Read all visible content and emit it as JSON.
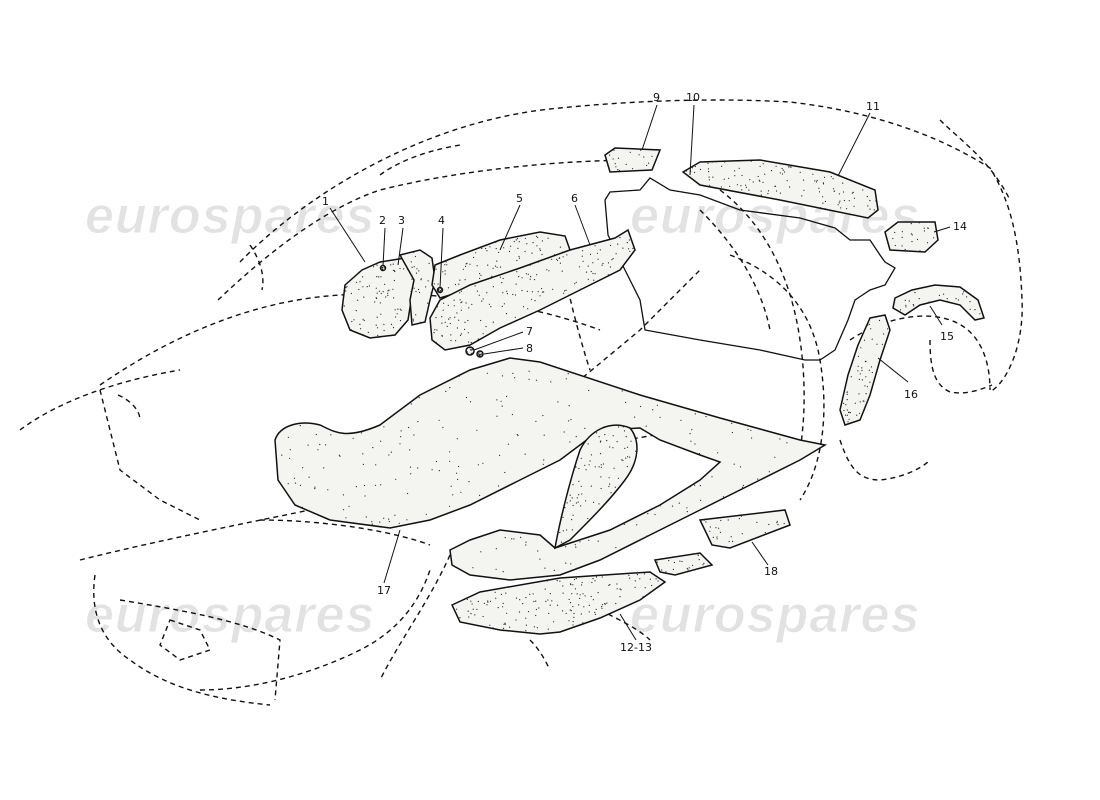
{
  "watermark": {
    "text": "eurospares"
  },
  "callouts": {
    "c1": "1",
    "c2": "2",
    "c3": "3",
    "c4": "4",
    "c5": "5",
    "c6": "6",
    "c7": "7",
    "c8": "8",
    "c9": "9",
    "c10": "10",
    "c11": "11",
    "c1213": "12-13",
    "c14": "14",
    "c15": "15",
    "c16": "16",
    "c17": "17",
    "c18": "18"
  }
}
